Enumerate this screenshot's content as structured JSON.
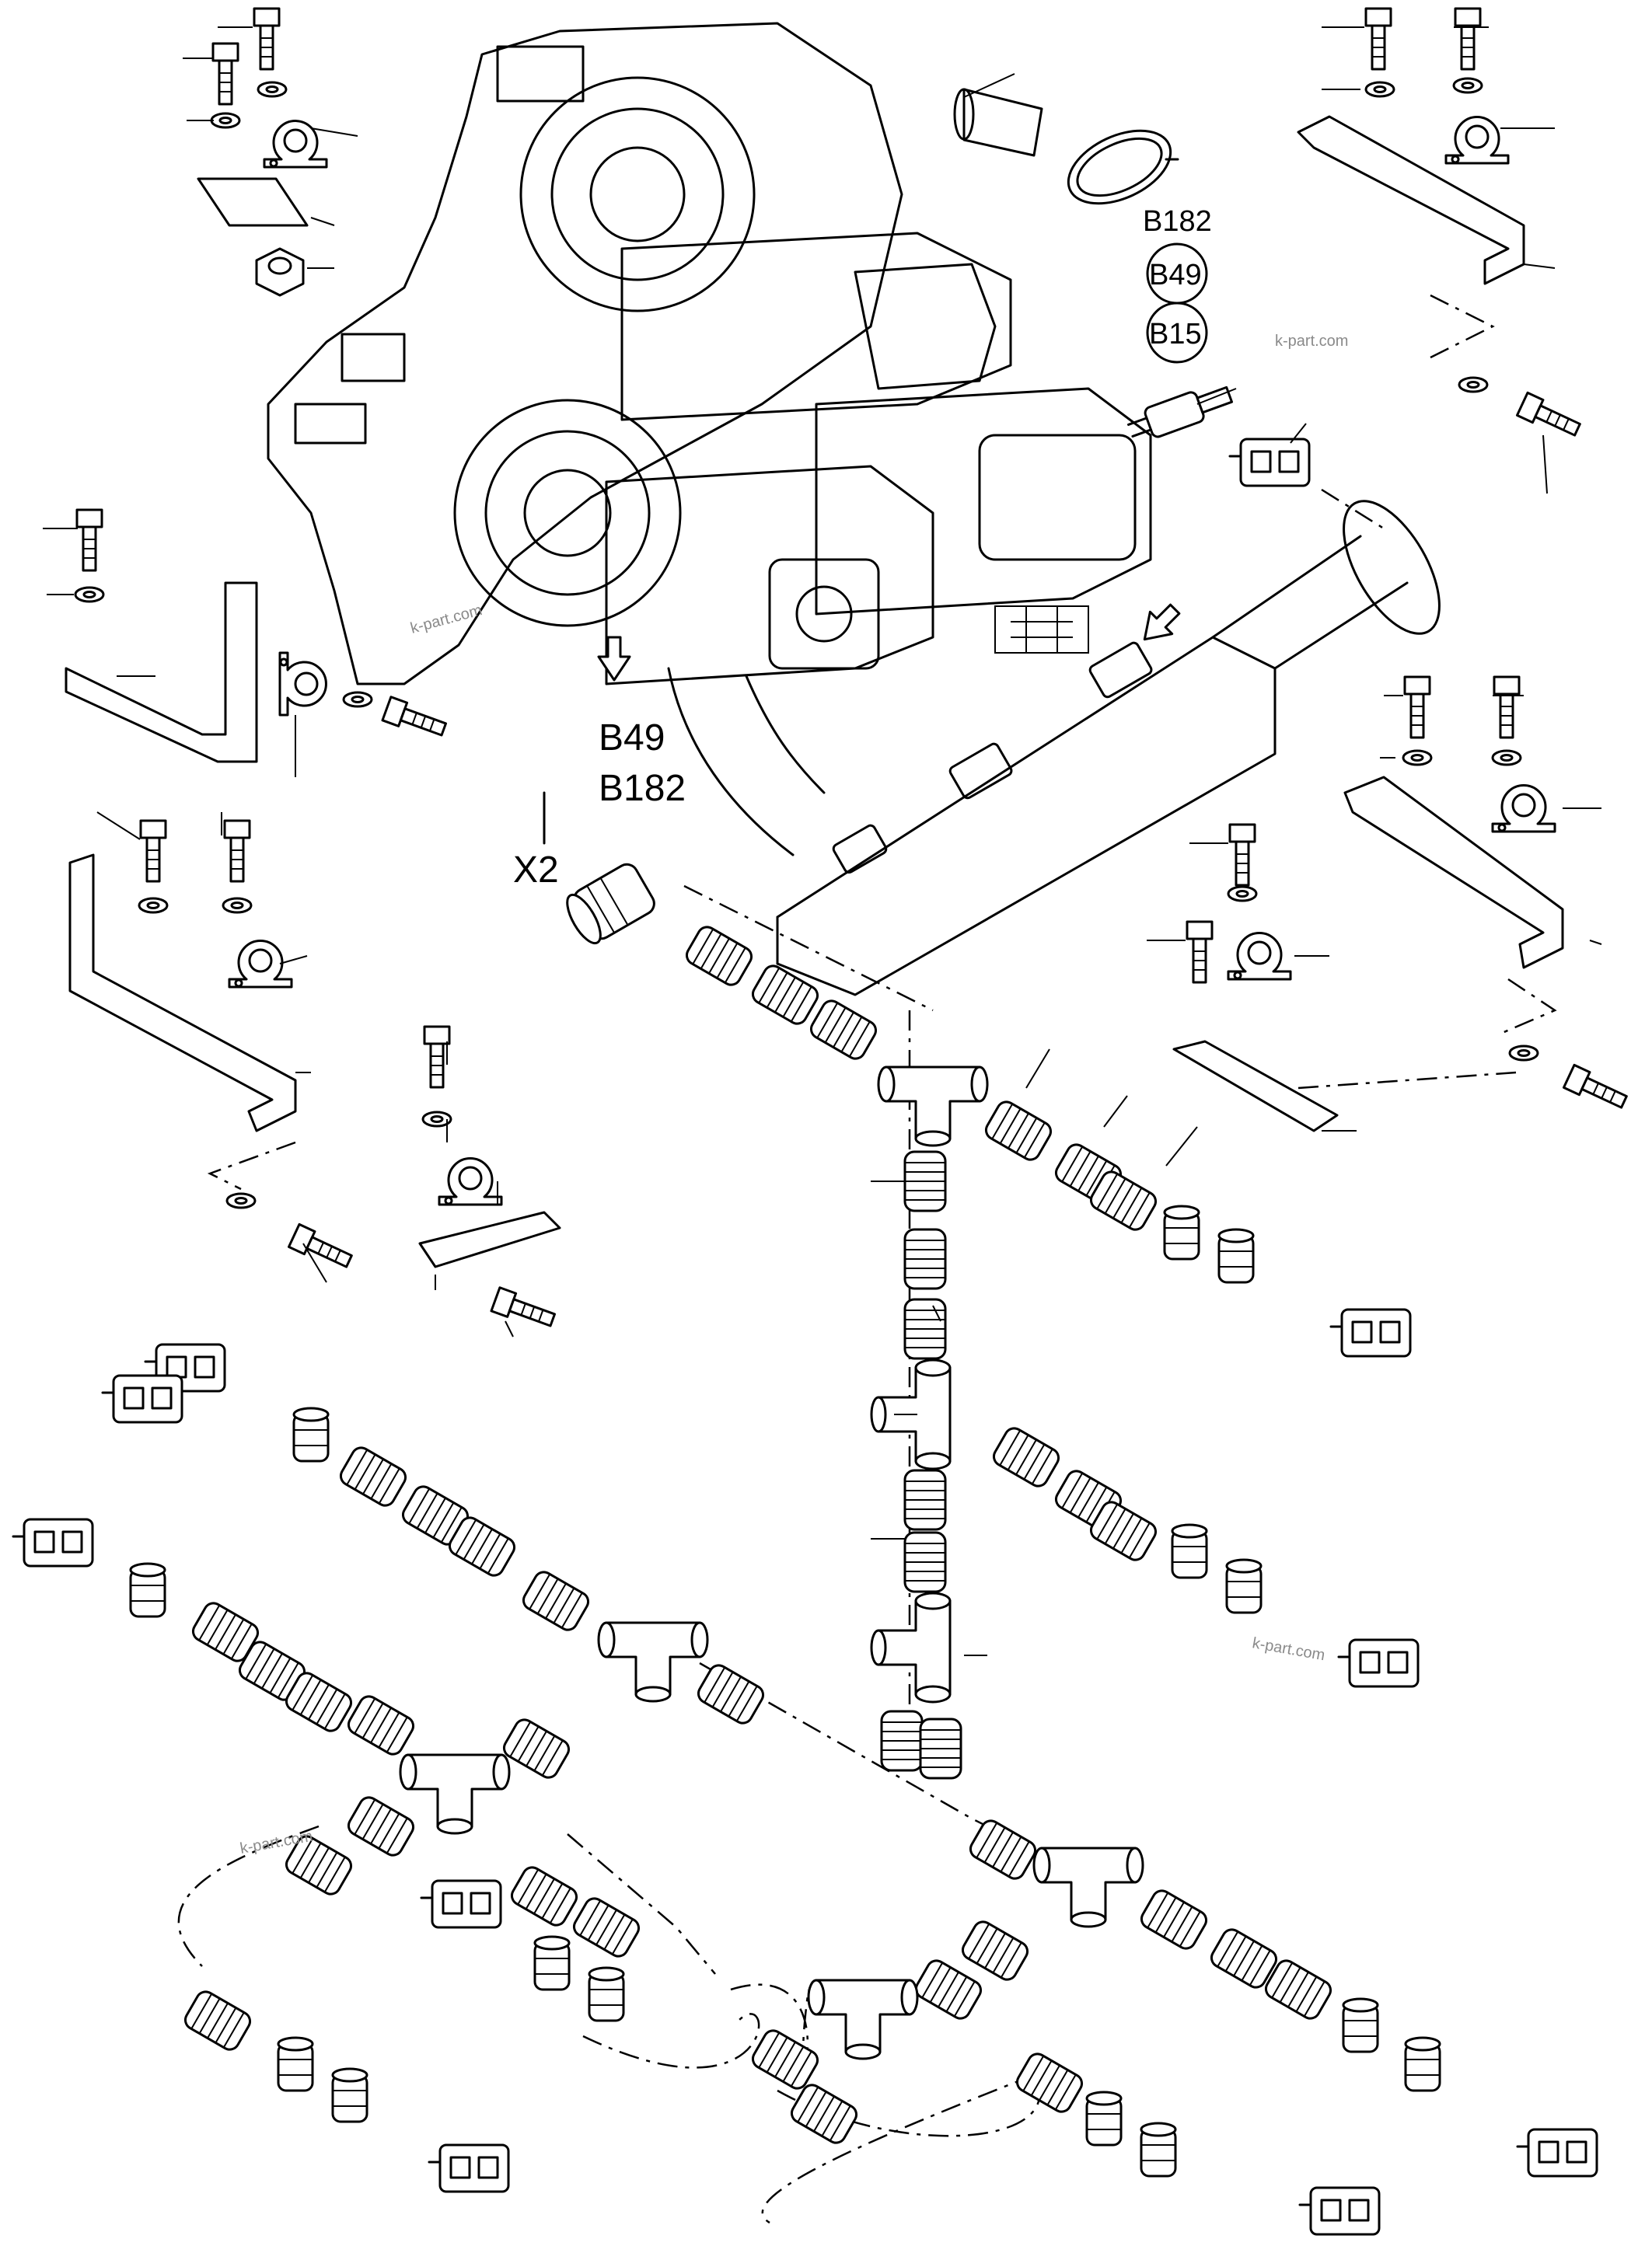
{
  "labels": {
    "b182_top": "B182",
    "b49_circle": "B49",
    "b15_circle": "B15",
    "b49_arrow": "B49",
    "b182_arrow": "B182",
    "x2": "X2"
  },
  "watermark": "k-part.com"
}
